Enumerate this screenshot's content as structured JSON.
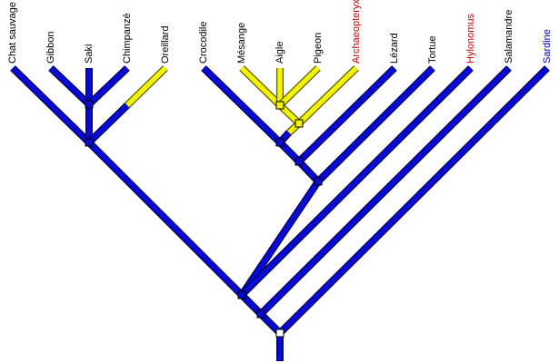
{
  "taxa": [
    {
      "label": "Chat sauvage",
      "color": "#000000"
    },
    {
      "label": "Gibbon",
      "color": "#000000"
    },
    {
      "label": "Saki",
      "color": "#000000"
    },
    {
      "label": "Chimpanzé",
      "color": "#000000"
    },
    {
      "label": "Oreillard",
      "color": "#000000"
    },
    {
      "label": "Crocodile",
      "color": "#000000"
    },
    {
      "label": "Mésange",
      "color": "#000000"
    },
    {
      "label": "Aigle",
      "color": "#000000"
    },
    {
      "label": "Pigeon",
      "color": "#000000"
    },
    {
      "label": "Archaeopteryx",
      "color": "#cc0000"
    },
    {
      "label": "Lézard",
      "color": "#000000"
    },
    {
      "label": "Tortue",
      "color": "#000000"
    },
    {
      "label": "Hylonomus",
      "color": "#cc0000"
    },
    {
      "label": "Salamandre",
      "color": "#000000"
    },
    {
      "label": "Sardine",
      "color": "#0000cc"
    }
  ],
  "colors": {
    "branch": "#0a0ad8",
    "highlight": "#f4f400",
    "root_node": "#ffffff"
  }
}
